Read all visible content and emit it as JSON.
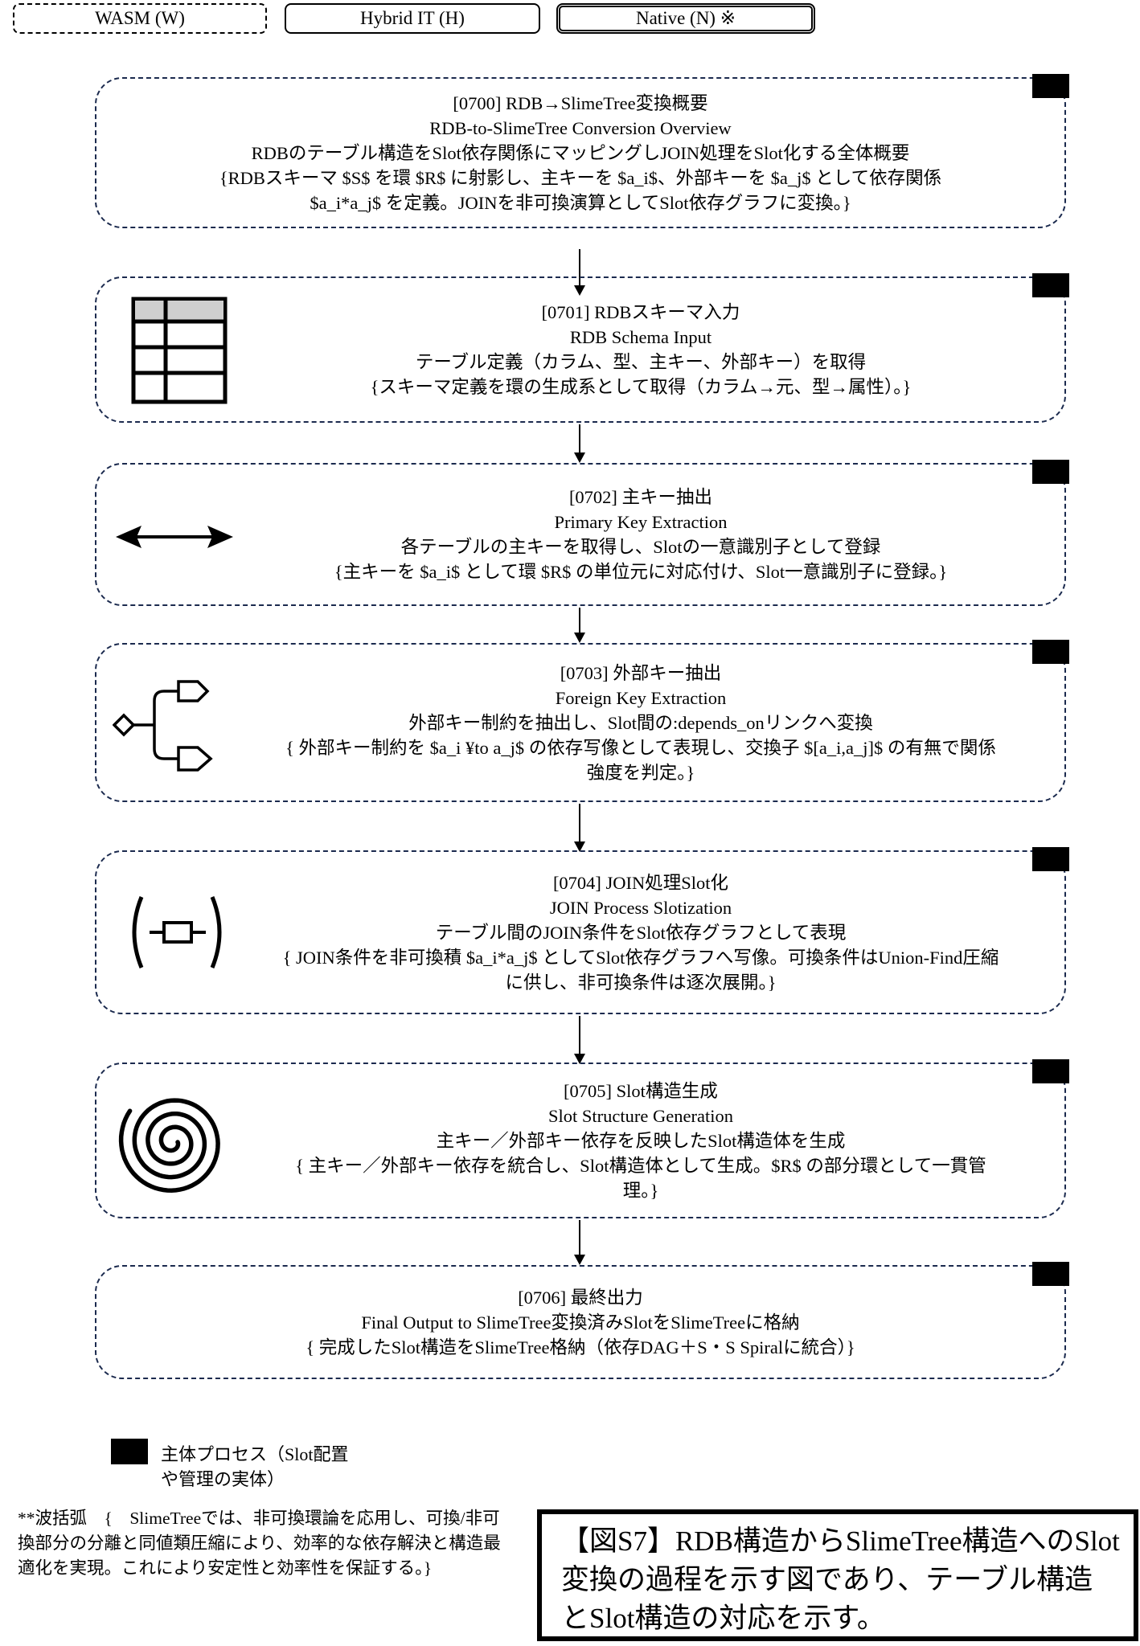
{
  "legend": {
    "wasm": "WASM (W)",
    "hybrid": "Hybrid IT (H)",
    "native": "Native (N) ※"
  },
  "steps": [
    {
      "id": "0700",
      "icon": "none",
      "lines": [
        "[0700] RDB→SlimeTree変換概要",
        "RDB-to-SlimeTree Conversion Overview",
        "RDBのテーブル構造をSlot依存関係にマッピングしJOIN処理をSlot化する全体概要",
        "{RDBスキーマ $S$ を環 $R$ に射影し、主キーを $a_i$、外部キーを $a_j$ として依存関係 $a_i*a_j$ を定義。JOINを非可換演算としてSlot依存グラフに変換。}"
      ]
    },
    {
      "id": "0701",
      "icon": "table-icon",
      "lines": [
        "[0701] RDBスキーマ入力",
        "RDB Schema Input",
        "テーブル定義（カラム、型、主キー、外部キー）を取得",
        "{スキーマ定義を環の生成系として取得（カラム→元、型→属性）。}"
      ]
    },
    {
      "id": "0702",
      "icon": "double-arrow-icon",
      "lines": [
        "[0702] 主キー抽出",
        "Primary Key Extraction",
        "各テーブルの主キーを取得し、Slotの一意識別子として登録",
        "{主キーを $a_i$ として環 $R$ の単位元に対応付け、Slot一意識別子に登録。}"
      ]
    },
    {
      "id": "0703",
      "icon": "fork-icon",
      "lines": [
        "[0703] 外部キー抽出",
        "Foreign Key Extraction",
        "外部キー制約を抽出し、Slot間の:depends_onリンクへ変換",
        "{ 外部キー制約を $a_i ¥to a_j$ の依存写像として表現し、交換子 $[a_i,a_j]$ の有無で関係強度を判定。}"
      ]
    },
    {
      "id": "0704",
      "icon": "join-icon",
      "lines": [
        "[0704] JOIN処理Slot化",
        "JOIN Process Slotization",
        "テーブル間のJOIN条件をSlot依存グラフとして表現",
        "{ JOIN条件を非可換積 $a_i*a_j$ としてSlot依存グラフへ写像。可換条件はUnion-Find圧縮に供し、非可換条件は逐次展開。}"
      ]
    },
    {
      "id": "0705",
      "icon": "spiral-icon",
      "lines": [
        "[0705] Slot構造生成",
        "Slot Structure Generation",
        "主キー／外部キー依存を反映したSlot構造体を生成",
        "{ 主キー／外部キー依存を統合し、Slot構造体として生成。$R$ の部分環として一貫管理。}"
      ]
    },
    {
      "id": "0706",
      "icon": "none",
      "lines": [
        "[0706] 最終出力",
        "Final Output to SlimeTree変換済みSlotをSlimeTreeに格納",
        "{ 完成したSlot構造をSlimeTree格納（依存DAG＋S・S Spiralに統合）}"
      ]
    }
  ],
  "key": {
    "label": "主体プロセス（Slot配置や管理の実体）"
  },
  "footnote": "**波括弧　{　SlimeTreeでは、非可換環論を応用し、可換/非可換部分の分離と同値類圧縮により、効率的な依存解決と構造最適化を実現。これにより安定性と効率性を保証する。}",
  "caption": "【図S7】RDB構造からSlimeTree構造へのSlot変換の過程を示す図であり、テーブル構造とSlot構造の対応を示す。",
  "colors": {
    "box_border": "#1b2a4e",
    "text": "#000000"
  }
}
